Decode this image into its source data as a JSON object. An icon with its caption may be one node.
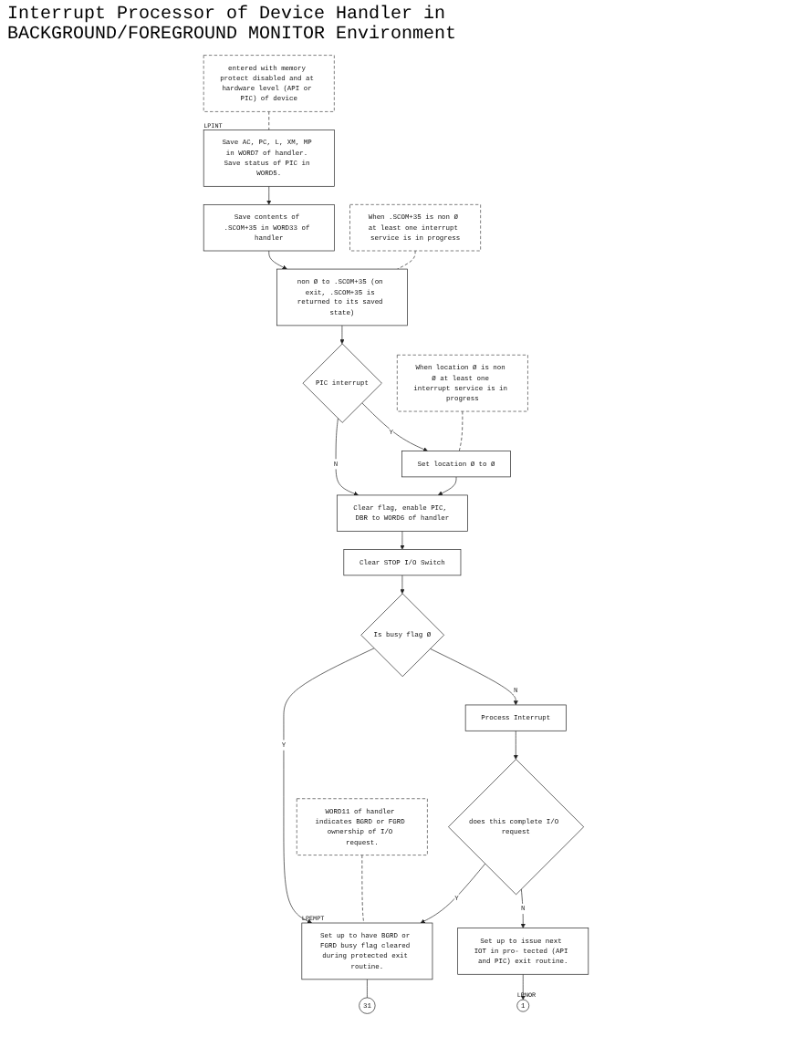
{
  "diagram": {
    "title": "Interrupt Processor of Device Handler in BACKGROUND/FOREGROUND MONITOR Environment",
    "nodes": [
      {
        "text": [
          "Save AC, PC, L, XM, MP in WORD7 of handler. Save status of PIC in WORD5."
        ],
        "beside": [
          "LPINT"
        ]
      },
      {
        "text": [
          "entered with memory protect disabled and at hardware level (API or PIC) of device"
        ]
      },
      {
        "text": [
          "Save contents of .SCOM+35 in WORD33 of handler"
        ]
      },
      {
        "text": [
          "non Ø to .SCOM+35 (on exit, .SCOM+35 is returned to its saved state)"
        ]
      },
      {
        "text": [
          "When .SCOM+35 is non Ø at least one interrupt service is in progress"
        ]
      },
      {
        "text": [
          "PIC interrupt"
        ]
      },
      {
        "text": [
          "Set location Ø to Ø"
        ]
      },
      {
        "text": [
          "When location Ø is non Ø at least one interrupt service is in progress"
        ]
      },
      {
        "text": [
          "Clear flag, enable PIC, DBR to WORD6 of handler"
        ]
      },
      {
        "text": [
          "Clear STOP I/O Switch"
        ]
      },
      {
        "text": [
          "Is busy flag Ø"
        ]
      },
      {
        "text": [
          "Process Interrupt"
        ]
      },
      {
        "text": [
          "does this complete I/O request"
        ]
      },
      {
        "text": [
          "Set up to issue next IOT in pro- tected (API and PIC) exit routine."
        ]
      },
      {
        "text": [
          "1"
        ],
        "beside": [
          "LPNOR"
        ]
      },
      {
        "text": [
          "Set up to have BGRD or FGRD busy flag cleared during protected exit routine."
        ],
        "beside": [
          "LPEMPT"
        ]
      },
      {
        "text": [
          "WORD11 of handler indicates BGRD or FGRD ownership of I/O request."
        ]
      },
      {
        "text": [
          "31"
        ]
      }
    ],
    "edges": [
      {
        "from": 1,
        "to": 0,
        "arrow": "none",
        "style": "dashed"
      },
      {
        "from": 0,
        "to": 2,
        "arrow": "to"
      },
      {
        "from": 2,
        "to": 3,
        "arrow": "to"
      },
      {
        "from": 4,
        "to": 3,
        "arrow": "none",
        "style": "dashed"
      },
      {
        "from": 3,
        "to": 5,
        "arrow": "to"
      },
      {
        "from": 5,
        "to": 6,
        "arrow": "to",
        "label": "Y"
      },
      {
        "from": 7,
        "to": 6,
        "arrow": "none",
        "style": "dashed"
      },
      {
        "from": 5,
        "to": 8,
        "arrow": "to",
        "label": "N"
      },
      {
        "from": 6,
        "to": 8,
        "arrow": "to"
      },
      {
        "from": 8,
        "to": 9,
        "arrow": "to"
      },
      {
        "from": 9,
        "to": 10,
        "arrow": "to"
      },
      {
        "from": 10,
        "to": 11,
        "arrow": "to",
        "label": "N"
      },
      {
        "from": 10,
        "to": 15,
        "arrow": "to",
        "label": "Y"
      },
      {
        "from": 11,
        "to": 12,
        "arrow": "to"
      },
      {
        "from": 12,
        "to": 13,
        "arrow": "to",
        "label": "N"
      },
      {
        "from": 13,
        "to": 14,
        "arrow": "to"
      },
      {
        "from": 12,
        "to": 15,
        "arrow": "to",
        "label": "Y"
      },
      {
        "from": 16,
        "to": 15,
        "arrow": "none",
        "style": "dashed"
      },
      {
        "from": 15,
        "to": 17,
        "arrow": "none"
      }
    ]
  }
}
